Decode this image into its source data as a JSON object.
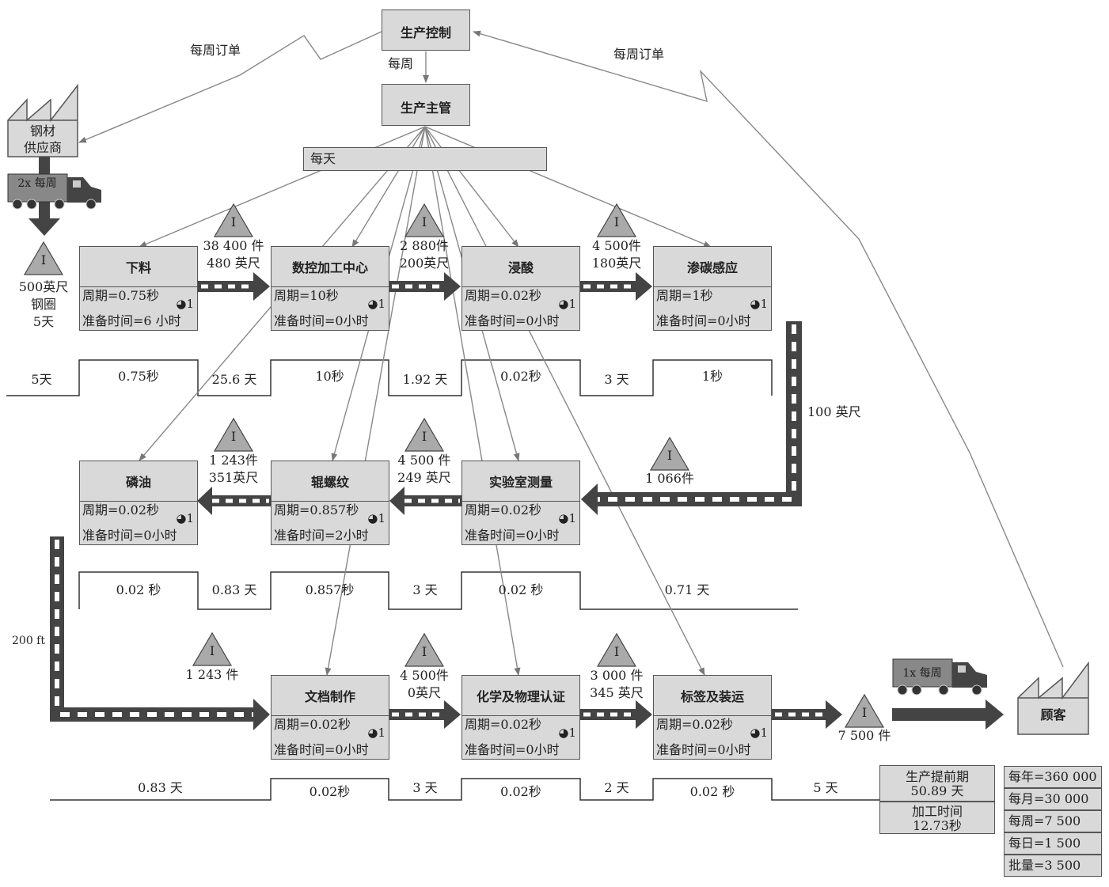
{
  "control": {
    "production_control": "生产控制",
    "supervisor": "生产主管",
    "weekly": "每周",
    "daily": "每天"
  },
  "orders": {
    "supplier_order": "每周订单",
    "customer_order": "每周订单"
  },
  "supplier": {
    "name_line1": "钢材",
    "name_line2": "供应商",
    "truck_label": "2x 每周"
  },
  "customer": {
    "name": "顾客",
    "truck_label": "1x 每周"
  },
  "inventory_marker": "I",
  "raw_inventory": {
    "l1": "500英尺",
    "l2": "钢圈",
    "l3": "5天"
  },
  "processes": [
    {
      "name": "下料",
      "cycle": "周期=0.75秒",
      "setup": "准备时间=6 小时",
      "operators": "1"
    },
    {
      "name": "数控加工中心",
      "cycle": "周期=10秒",
      "setup": "准备时间=0小时",
      "operators": "1"
    },
    {
      "name": "浸酸",
      "cycle": "周期=0.02秒",
      "setup": "准备时间=0小时",
      "operators": "1"
    },
    {
      "name": "渗碳感应",
      "cycle": "周期=1秒",
      "setup": "准备时间=0小时",
      "operators": "1"
    },
    {
      "name": "磷油",
      "cycle": "周期=0.02秒",
      "setup": "准备时间=0小时",
      "operators": "1"
    },
    {
      "name": "辊螺纹",
      "cycle": "周期=0.857秒",
      "setup": "准备时间=2小时",
      "operators": "1"
    },
    {
      "name": "实验室测量",
      "cycle": "周期=0.02秒",
      "setup": "准备时间=0小时",
      "operators": "1"
    },
    {
      "name": "文档制作",
      "cycle": "周期=0.02秒",
      "setup": "准备时间=0小时",
      "operators": "1"
    },
    {
      "name": "化学及物理认证",
      "cycle": "周期=0.02秒",
      "setup": "准备时间=0小时",
      "operators": "1"
    },
    {
      "name": "标签及装运",
      "cycle": "周期=0.02秒",
      "setup": "准备时间=0小时",
      "operators": "1"
    }
  ],
  "inventories": [
    {
      "l1": "38 400 件",
      "l2": "480 英尺"
    },
    {
      "l1": "2 880件",
      "l2": "200英尺"
    },
    {
      "l1": "4 500件",
      "l2": "180英尺"
    },
    {
      "l1": "1 066件",
      "l2": ""
    },
    {
      "l1": "4 500 件",
      "l2": "249 英尺"
    },
    {
      "l1": "1 243件",
      "l2": "351英尺"
    },
    {
      "l1": "1 243 件",
      "l2": ""
    },
    {
      "l1": "4 500件",
      "l2": "0英尺"
    },
    {
      "l1": "3 000 件",
      "l2": "345 英尺"
    },
    {
      "l1": "7 500 件",
      "l2": ""
    }
  ],
  "conveyor_labels": {
    "right_feed": "100 英尺",
    "left_feed": "200 ft"
  },
  "timelines": {
    "row1": [
      "5天",
      "0.75秒",
      "25.6 天",
      "10秒",
      "1.92 天",
      "0.02秒",
      "3 天",
      "1秒"
    ],
    "row2": [
      "0.02 秒",
      "0.83 天",
      "0.857秒",
      "3 天",
      "0.02 秒",
      "0.71 天"
    ],
    "row3": [
      "0.83 天",
      "0.02秒",
      "3 天",
      "0.02秒",
      "2 天",
      "0.02 秒",
      "5 天"
    ]
  },
  "summary": {
    "lead_label": "生产提前期",
    "lead_value": "50.89 天",
    "proc_label": "加工时间",
    "proc_value": "12.73秒"
  },
  "demand": [
    "每年=360 000",
    "每月=30 000",
    "每周=7 500",
    "每日=1 500",
    "批量=3 500"
  ]
}
